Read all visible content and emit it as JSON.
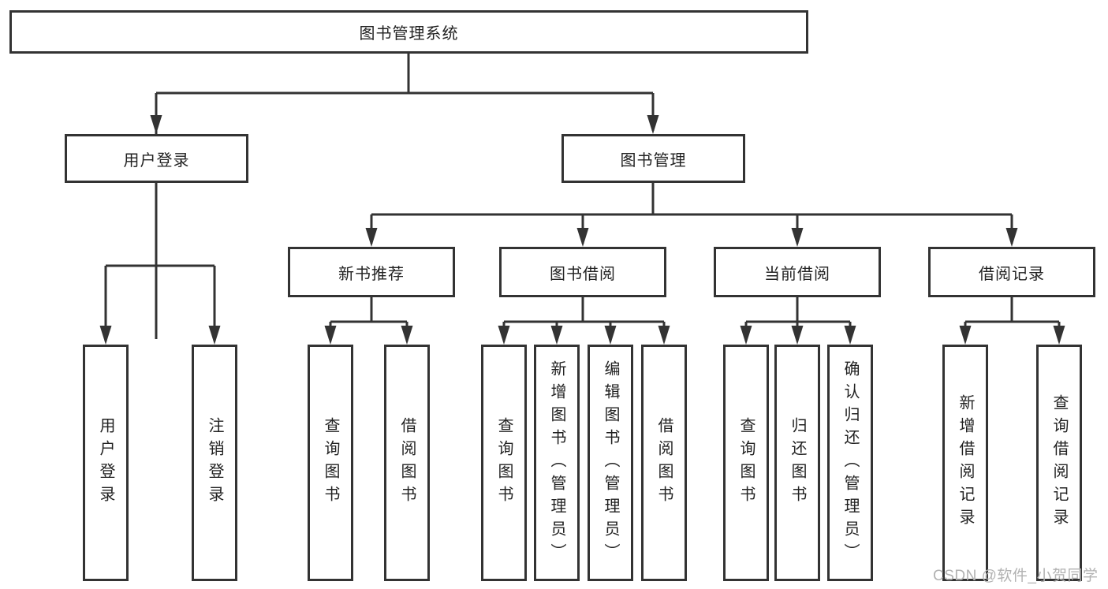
{
  "diagram": {
    "title": "图书管理系统",
    "branches": {
      "user_login": {
        "label": "用户登录",
        "children": [
          {
            "label": "用户登录"
          },
          {
            "label": "注销登录"
          }
        ]
      },
      "book_management": {
        "label": "图书管理",
        "children": [
          {
            "label": "新书推荐",
            "children": [
              {
                "label": "查询图书"
              },
              {
                "label": "借阅图书"
              }
            ]
          },
          {
            "label": "图书借阅",
            "children": [
              {
                "label": "查询图书"
              },
              {
                "label": "新增图书（管理员）"
              },
              {
                "label": "编辑图书（管理员）"
              },
              {
                "label": "借阅图书"
              }
            ]
          },
          {
            "label": "当前借阅",
            "children": [
              {
                "label": "查询图书"
              },
              {
                "label": "归还图书"
              },
              {
                "label": "确认归还（管理员）"
              }
            ]
          },
          {
            "label": "借阅记录",
            "children": [
              {
                "label": "新增借阅记录"
              },
              {
                "label": "查询借阅记录"
              }
            ]
          }
        ]
      }
    }
  },
  "watermark": "CSDN @软件_小贺同学",
  "colors": {
    "line": "#333333",
    "box_border": "#333333",
    "box_fill": "#ffffff",
    "text": "#222222",
    "watermark": "#b2b2b2"
  }
}
